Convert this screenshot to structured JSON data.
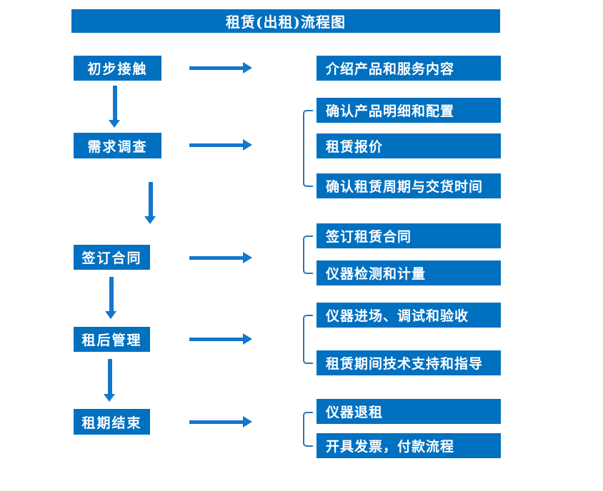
{
  "title": "租赁(出租)流程图",
  "colors": {
    "box_fill": "#0070c0",
    "arrow_blue": "#1277cd",
    "bracket_blue": "#2e75b6",
    "text": "#ffffff"
  },
  "flow": {
    "stages": [
      {
        "label": "初步接触",
        "outputs": [
          "介绍产品和服务内容"
        ]
      },
      {
        "label": "需求调查",
        "outputs": [
          "确认产品明细和配置",
          "租赁报价",
          "确认租赁周期与交货时间"
        ]
      },
      {
        "label": "签订合同",
        "outputs": [
          "签订租赁合同",
          "仪器检测和计量"
        ]
      },
      {
        "label": "租后管理",
        "outputs": [
          "仪器进场、调试和验收",
          "租赁期间技术支持和指导"
        ]
      },
      {
        "label": "租期结束",
        "outputs": [
          "仪器退租",
          "开具发票，付款流程"
        ]
      }
    ]
  }
}
